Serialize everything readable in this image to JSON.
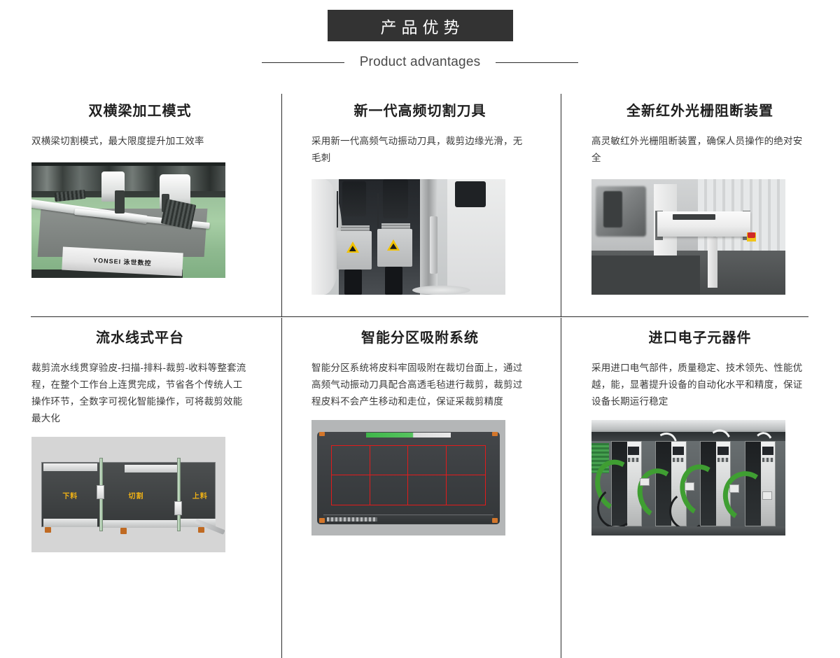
{
  "header": {
    "banner_title": "产品优势",
    "subtitle": "Product advantages"
  },
  "cards": [
    {
      "title": "双横梁加工模式",
      "desc": "双横梁切割模式，最大限度提升加工效率",
      "image_name": "dual-beam-cutting-machine-photo",
      "image_alt": "双横梁数控切割机全景",
      "brand_text": "YONSEI 泳世数控"
    },
    {
      "title": "新一代高频切割刀具",
      "desc": "采用新一代高频气动振动刀具，裁剪边缘光滑，无毛刺",
      "image_name": "high-frequency-cutting-tool-photo",
      "image_alt": "高频气动振动刀具特写"
    },
    {
      "title": "全新红外光栅阻断装置",
      "desc": "高灵敏红外光栅阻断装置，确保人员操作的绝对安全",
      "image_name": "infrared-light-curtain-photo",
      "image_alt": "红外光栅阻断装置与急停按钮"
    },
    {
      "title": "流水线式平台",
      "desc": "裁剪流水线贯穿验皮-扫描-排料-裁剪-收料等整套流程，在整个工作台上连贯完成，节省各个传统人工操作环节，全数字可视化智能操作，可将裁剪效能最大化",
      "image_name": "assembly-line-platform-diagram",
      "image_alt": "流水线式平台示意图",
      "zone_labels": [
        "下料",
        "切割",
        "上料"
      ]
    },
    {
      "title": "智能分区吸附系统",
      "desc": "智能分区系统将皮料牢固吸附在裁切台面上，通过高频气动振动刀具配合高透毛毡进行裁剪，裁剪过程皮料不会产生移动和走位，保证采裁剪精度",
      "image_name": "zoned-vacuum-system-diagram",
      "image_alt": "智能分区吸附台面俯视图",
      "grid_columns": 4,
      "grid_rows": 2,
      "grid_color": "#e31b1b"
    },
    {
      "title": "进口电子元器件",
      "desc": "采用进口电气部件，质量稳定、技术领先、性能优越，能，显著提升设备的自动化水平和精度，保证设备长期运行稳定",
      "image_name": "imported-electronic-components-photo",
      "image_alt": "进口伺服驱动器与电气布线"
    }
  ],
  "colors": {
    "banner_background": "#333333",
    "banner_text": "#ffffff",
    "divider": "#2b2b2b",
    "title_text": "#1f1f1f",
    "body_text": "#3a3a3a",
    "accent_zone_label": "#f0b216",
    "accent_grid": "#e31b1b"
  }
}
